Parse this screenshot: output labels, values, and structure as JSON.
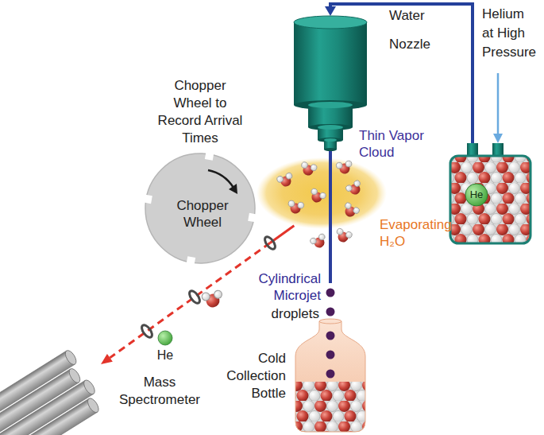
{
  "diagram": {
    "nodes": [
      {
        "text": [
          "Water Nozzle"
        ]
      },
      {
        "text": [
          "Helium at High Pressure"
        ]
      },
      {
        "text": [
          "He"
        ],
        "in": 1
      },
      {
        "text": [
          "Chopper Wheel to Record Arrival Times",
          "Chopper Wheel"
        ]
      },
      {
        "text": [
          "Thin Vapor Cloud"
        ]
      },
      {
        "text": [
          "Cold Collection Bottle"
        ]
      },
      {
        "text": [
          "He"
        ]
      },
      {
        "text": [
          "Mass Spectrometer"
        ]
      }
    ],
    "edges": [
      {
        "from": 1,
        "to": 0,
        "arrow": "to"
      },
      {
        "from": 4,
        "to": 7,
        "arrow": "to"
      }
    ],
    "labels": [
      "Evaporating H₂O",
      "Cylindrical Microjet",
      "droplets"
    ]
  }
}
